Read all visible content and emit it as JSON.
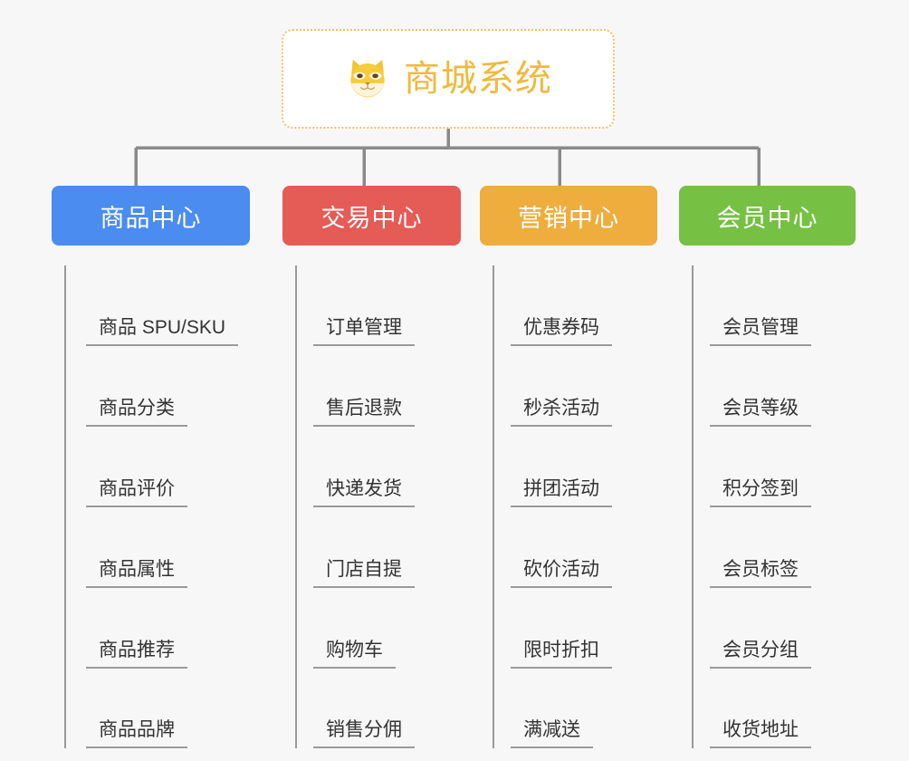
{
  "root": {
    "title": "商城系统",
    "icon": "shiba-dog-face-icon",
    "border_color": "#f3c264",
    "text_color": "#f0b93f",
    "background": "#ffffff"
  },
  "canvas": {
    "background": "#f7f7f7",
    "connector_color": "#8a8a8a"
  },
  "branches": [
    {
      "label": "商品中心",
      "color": "#4a8cf0",
      "leaves": [
        {
          "label": "商品 SPU/SKU"
        },
        {
          "label": "商品分类"
        },
        {
          "label": "商品评价"
        },
        {
          "label": "商品属性"
        },
        {
          "label": "商品推荐"
        },
        {
          "label": "商品品牌"
        }
      ]
    },
    {
      "label": "交易中心",
      "color": "#e55b56",
      "leaves": [
        {
          "label": "订单管理"
        },
        {
          "label": "售后退款"
        },
        {
          "label": "快递发货"
        },
        {
          "label": "门店自提"
        },
        {
          "label": "购物车"
        },
        {
          "label": "销售分佣"
        }
      ]
    },
    {
      "label": "营销中心",
      "color": "#eead3c",
      "leaves": [
        {
          "label": "优惠券码"
        },
        {
          "label": "秒杀活动"
        },
        {
          "label": "拼团活动"
        },
        {
          "label": "砍价活动"
        },
        {
          "label": "限时折扣"
        },
        {
          "label": "满减送"
        }
      ]
    },
    {
      "label": "会员中心",
      "color": "#76c044",
      "leaves": [
        {
          "label": "会员管理"
        },
        {
          "label": "会员等级"
        },
        {
          "label": "积分签到"
        },
        {
          "label": "会员标签"
        },
        {
          "label": "会员分组"
        },
        {
          "label": "收货地址"
        }
      ]
    }
  ]
}
